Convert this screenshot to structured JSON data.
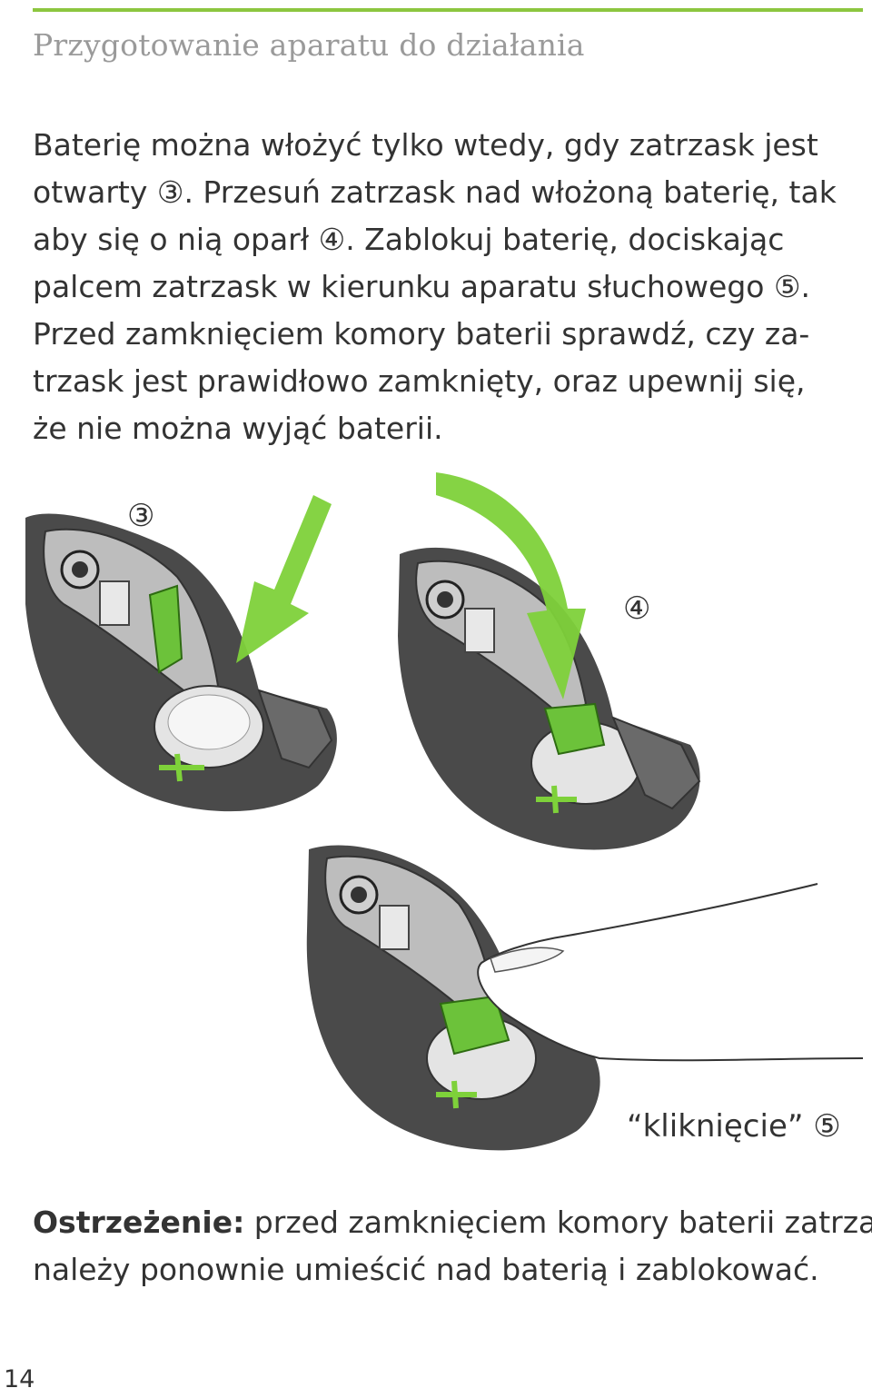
{
  "header": {
    "title": "Przygotowanie aparatu do działania"
  },
  "body": {
    "lines": [
      "Baterię można włożyć tylko wtedy, gdy zatrzask jest",
      "otwarty ③. Przesuń zatrzask nad włożoną baterię, tak",
      "aby się o nią oparł ④. Zablokuj baterię, dociskając",
      "palcem zatrzask w kierunku aparatu słuchowego ⑤.",
      "Przed zamknięciem komory baterii sprawdź, czy za-",
      "trzask jest prawidłowo zamknięty, oraz upewnij się,",
      "że nie można wyjąć baterii."
    ]
  },
  "figure": {
    "step3_label": "③",
    "step4_label": "④",
    "step5_label": "“kliknięcie” ⑤"
  },
  "warning": {
    "label": "Ostrzeżenie:",
    "line1_rest": " przed zamknięciem komory baterii zatrzask",
    "line2": "należy ponownie umieścić nad baterią i zablokować."
  },
  "footer": {
    "page_number": "14"
  },
  "colors": {
    "accent": "#8cc63f",
    "arrow_green": "#7ed13a",
    "device_dark": "#4a4a4a"
  }
}
